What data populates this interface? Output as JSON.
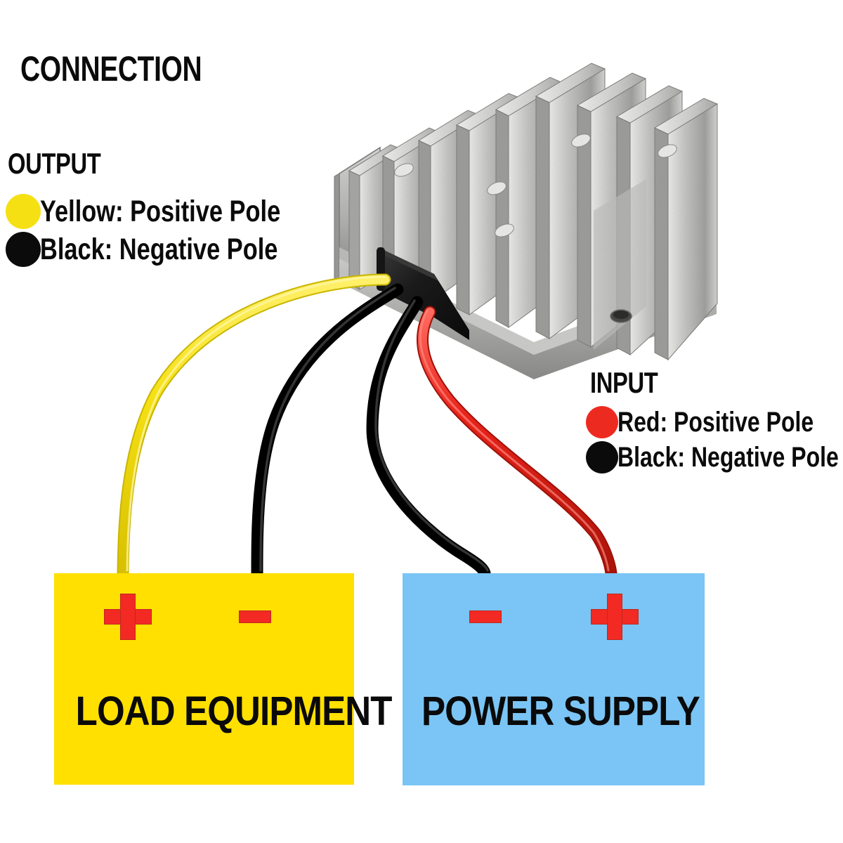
{
  "page": {
    "title": "CONNECTION",
    "background": "#ffffff"
  },
  "colors": {
    "yellow_wire": "#F5E014",
    "yellow_box": "#FFE000",
    "black_wire": "#0B0B0B",
    "red_wire": "#E8231A",
    "blue_box": "#7AC5F5",
    "red_symbol": "#F22A23",
    "metal_light": "#DCDCDC",
    "metal_mid": "#B0B0AE",
    "metal_dark": "#6E6E6C",
    "text": "#0B0B0B"
  },
  "output_legend": {
    "heading": "OUTPUT",
    "items": [
      {
        "dot_color": "#F5E014",
        "label": "Yellow: Positive Pole",
        "icon": "yellow-dot-icon"
      },
      {
        "dot_color": "#0B0B0B",
        "label": "Black: Negative Pole",
        "icon": "black-dot-icon"
      }
    ]
  },
  "input_legend": {
    "heading": "INPUT",
    "items": [
      {
        "dot_color": "#ED2A20",
        "label": "Red: Positive Pole",
        "icon": "red-dot-icon"
      },
      {
        "dot_color": "#0B0B0B",
        "label": "Black: Negative Pole",
        "icon": "black-dot-icon"
      }
    ]
  },
  "load_box": {
    "title": "LOAD EQUIPMENT",
    "fill": "#FFE000",
    "terminals": [
      {
        "sign": "+",
        "name": "positive"
      },
      {
        "sign": "−",
        "name": "negative"
      }
    ]
  },
  "power_box": {
    "title": "POWER SUPPLY",
    "fill": "#7AC5F5",
    "terminals": [
      {
        "sign": "−",
        "name": "negative"
      },
      {
        "sign": "+",
        "name": "positive"
      }
    ]
  },
  "device": {
    "name": "dc-dc-converter-module",
    "description": "Aluminium finned waterproof DC-DC converter",
    "wires": [
      {
        "color": "#F5E014",
        "name": "yellow-output-positive-wire",
        "from": "converter",
        "to": "load-positive"
      },
      {
        "color": "#0B0B0B",
        "name": "black-output-negative-wire",
        "from": "converter",
        "to": "load-negative"
      },
      {
        "color": "#0B0B0B",
        "name": "black-input-negative-wire",
        "from": "converter",
        "to": "power-negative"
      },
      {
        "color": "#E8231A",
        "name": "red-input-positive-wire",
        "from": "converter",
        "to": "power-positive"
      }
    ]
  }
}
